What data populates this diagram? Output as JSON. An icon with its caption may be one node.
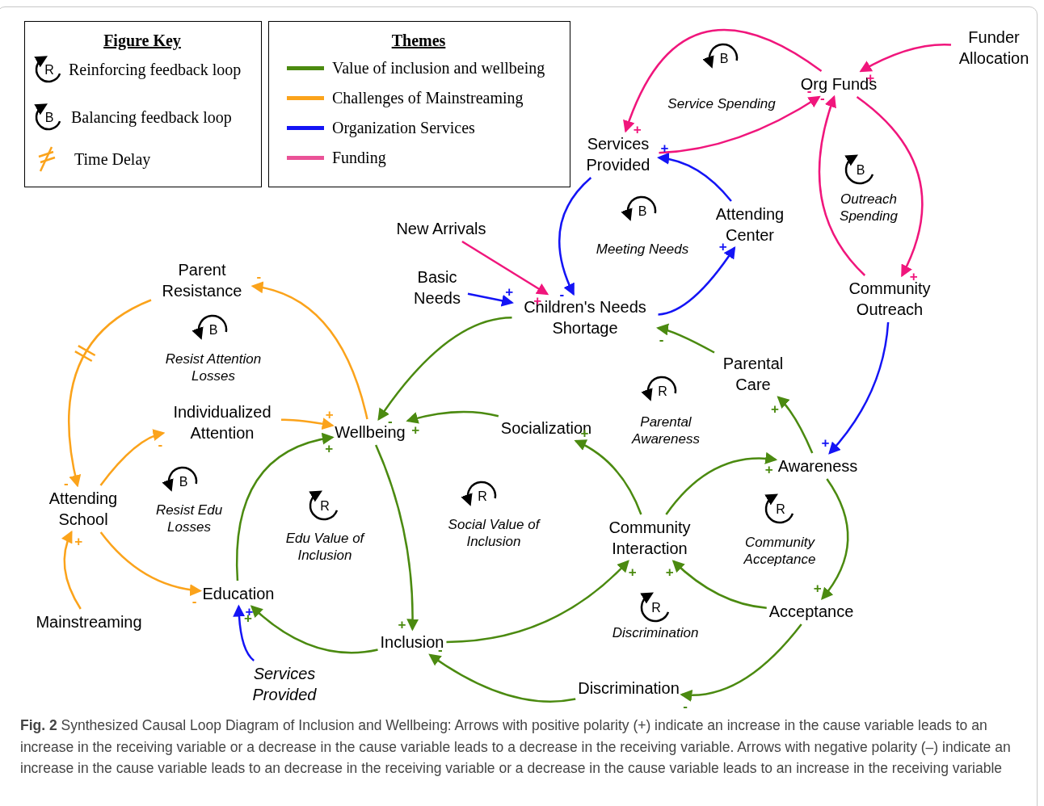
{
  "diagram": {
    "caption": "**Fig. 2** Synthesized Causal Loop Diagram of Inclusion and Wellbeing: Arrows with positive polarity (+) indicate an increase in the cause variable leads to an increase in the receiving variable or a decrease in the cause variable leads to a decrease in the receiving variable. Arrows with negative polarity (–) indicate an increase in the cause variable leads to an decrease in the receiving variable or a decrease in the cause variable leads to an increase in the receiving variable",
    "nodes": [
      {
        "text": [
          "Parent Resistance"
        ]
      },
      {
        "text": [
          "Individualized Attention"
        ]
      },
      {
        "text": [
          "Attending School"
        ]
      },
      {
        "text": [
          "Mainstreaming"
        ]
      },
      {
        "text": [
          "Education"
        ]
      },
      {
        "text": [
          "Services Provided"
        ]
      },
      {
        "text": [
          "Wellbeing"
        ]
      },
      {
        "text": [
          "Inclusion"
        ]
      },
      {
        "text": [
          "Socialization"
        ]
      },
      {
        "text": [
          "Community Interaction"
        ]
      },
      {
        "text": [
          "Discrimination"
        ]
      },
      {
        "text": [
          "Acceptance"
        ]
      },
      {
        "text": [
          "Awareness"
        ]
      },
      {
        "text": [
          "Parental Care"
        ]
      },
      {
        "text": [
          "Children's Needs Shortage"
        ]
      },
      {
        "text": [
          "New Arrivals"
        ]
      },
      {
        "text": [
          "Basic Needs"
        ]
      },
      {
        "text": [
          "Services Provided"
        ]
      },
      {
        "text": [
          "Attending Center"
        ]
      },
      {
        "text": [
          "Org Funds"
        ]
      },
      {
        "text": [
          "Funder Allocation"
        ]
      },
      {
        "text": [
          "Community Outreach"
        ]
      }
    ],
    "edges": [
      {
        "from": 6,
        "to": 0,
        "arrow": "to",
        "label": "-",
        "color": "#fba31b"
      },
      {
        "from": 0,
        "to": 2,
        "arrow": "to",
        "label": "-",
        "color": "#fba31b"
      },
      {
        "from": 2,
        "to": 1,
        "arrow": "to",
        "label": "-",
        "color": "#fba31b"
      },
      {
        "from": 1,
        "to": 6,
        "arrow": "to",
        "label": "+",
        "color": "#fba31b"
      },
      {
        "from": 2,
        "to": 4,
        "arrow": "to",
        "label": "-",
        "color": "#fba31b"
      },
      {
        "from": 3,
        "to": 2,
        "arrow": "to",
        "label": "+",
        "color": "#fba31b"
      },
      {
        "from": 4,
        "to": 6,
        "arrow": "to",
        "label": "+"
      },
      {
        "from": 6,
        "to": 7,
        "arrow": "to",
        "label": "+"
      },
      {
        "from": 7,
        "to": 4,
        "arrow": "to",
        "label": "+"
      },
      {
        "from": 5,
        "to": 4,
        "arrow": "to",
        "label": "+",
        "color": "#1414f5"
      },
      {
        "from": 14,
        "to": 6,
        "arrow": "to",
        "label": "-"
      },
      {
        "from": 8,
        "to": 6,
        "arrow": "to",
        "label": "+"
      },
      {
        "from": 9,
        "to": 8,
        "arrow": "to",
        "label": "+"
      },
      {
        "from": 7,
        "to": 9,
        "arrow": "to",
        "label": "+"
      },
      {
        "from": 11,
        "to": 9,
        "arrow": "to",
        "label": "+"
      },
      {
        "from": 10,
        "to": 7,
        "arrow": "to",
        "label": "-"
      },
      {
        "from": 11,
        "to": 10,
        "arrow": "to",
        "label": "-"
      },
      {
        "from": 9,
        "to": 12,
        "arrow": "to",
        "label": "+"
      },
      {
        "from": 12,
        "to": 11,
        "arrow": "to",
        "label": "+"
      },
      {
        "from": 12,
        "to": 13,
        "arrow": "to",
        "label": "+"
      },
      {
        "from": 13,
        "to": 14,
        "arrow": "to",
        "label": "-"
      },
      {
        "from": 21,
        "to": 12,
        "arrow": "to",
        "label": "+",
        "color": "#1414f5"
      },
      {
        "from": 14,
        "to": 18,
        "arrow": "to",
        "label": "+",
        "color": "#1414f5"
      },
      {
        "from": 18,
        "to": 17,
        "arrow": "to",
        "label": "+",
        "color": "#1414f5"
      },
      {
        "from": 17,
        "to": 14,
        "arrow": "to",
        "label": "-",
        "color": "#1414f5"
      },
      {
        "from": 16,
        "to": 14,
        "arrow": "to",
        "label": "+",
        "color": "#1414f5"
      },
      {
        "from": 15,
        "to": 14,
        "arrow": "to",
        "label": "+",
        "color": "#f0167c"
      },
      {
        "from": 17,
        "to": 19,
        "arrow": "to",
        "label": "-",
        "color": "#f0167c"
      },
      {
        "from": 19,
        "to": 17,
        "arrow": "to",
        "label": "+",
        "color": "#f0167c"
      },
      {
        "from": 20,
        "to": 19,
        "arrow": "to",
        "label": "+",
        "color": "#f0167c"
      },
      {
        "from": 19,
        "to": 21,
        "arrow": "to",
        "label": "+",
        "color": "#f0167c"
      },
      {
        "from": 21,
        "to": 19,
        "arrow": "to",
        "label": "-",
        "color": "#f0167c"
      }
    ],
    "labels": [
      "Figure Key",
      "R",
      "B",
      "Themes",
      "B",
      "Service Spending",
      "B",
      "Outreach Spending",
      "B",
      "Meeting Needs",
      "B",
      "Resist Attention Losses",
      "R",
      "Parental Awareness",
      "B",
      "Resist Edu Losses",
      "R",
      "Social Value of Inclusion",
      "R",
      "Edu Value of Inclusion",
      "R",
      "Community Acceptance",
      "R",
      "Discrimination"
    ],
    "legend": [
      {
        "text": "Reinforcing feedback loop"
      },
      {
        "text": "Balancing feedback loop"
      },
      {
        "text": "Time Delay"
      },
      {
        "text": "Value of inclusion and wellbeing",
        "color": "#4b8a10"
      },
      {
        "text": "Challenges of Mainstreaming",
        "color": "#fba31b"
      },
      {
        "text": "Organization Services",
        "color": "#1414f5"
      },
      {
        "text": "Funding",
        "color": "#ea5297"
      }
    ]
  }
}
